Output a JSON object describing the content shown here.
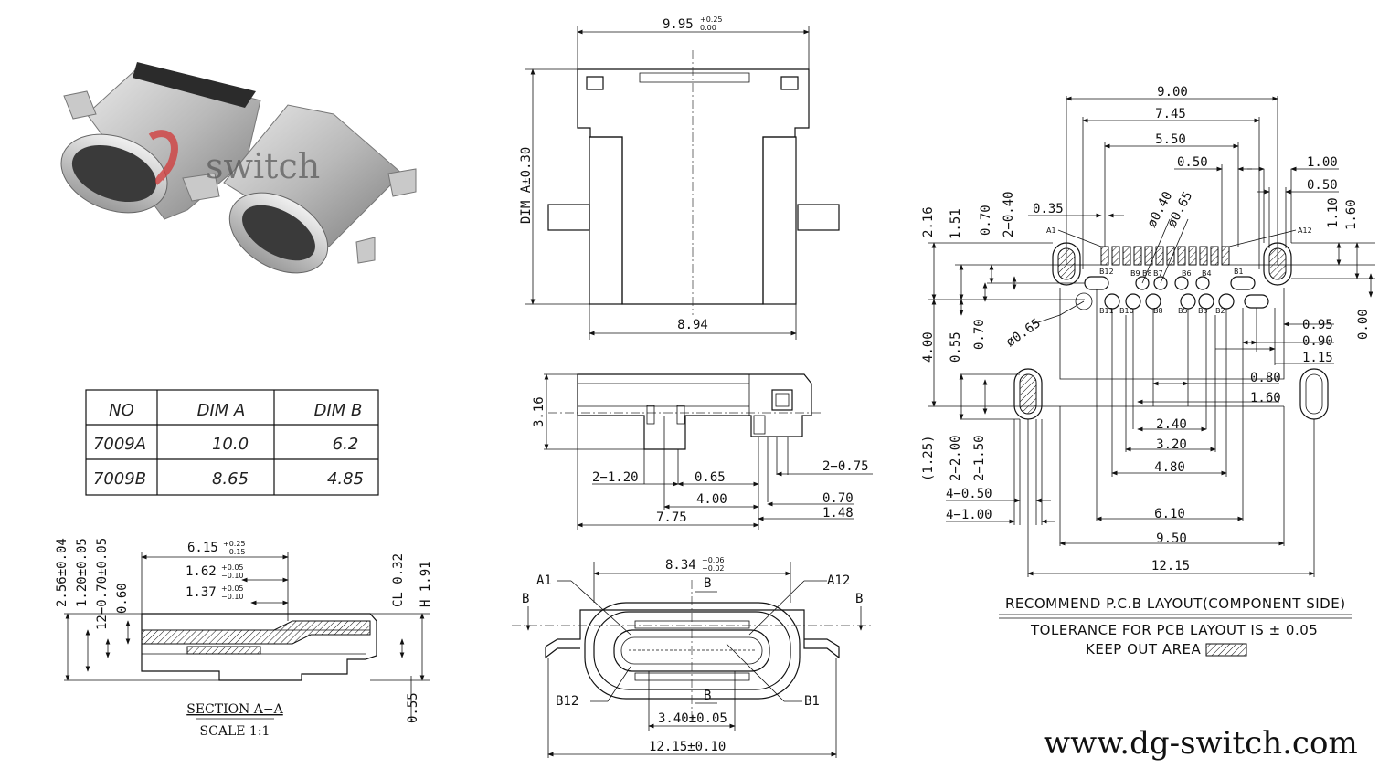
{
  "photo": {
    "watermark": "switch"
  },
  "table": {
    "headers": [
      "NO",
      "DIM A",
      "DIM B"
    ],
    "rows": [
      [
        "7009A",
        "10.0",
        "6.2"
      ],
      [
        "7009B",
        "8.65",
        "4.85"
      ]
    ]
  },
  "top_view": {
    "width_label": "9.95",
    "width_tol_plus": "+0.25",
    "width_tol_minus": "0.00",
    "dim_a": "DIM A±0.30",
    "bottom_width": "8.94"
  },
  "side_view": {
    "height": "3.16",
    "d1": "2−1.20",
    "d2": "0.65",
    "d3": "2−0.75",
    "d4": "4.00",
    "d5": "0.70",
    "d6": "7.75",
    "d7": "1.48"
  },
  "front_view": {
    "width_label": "8.34",
    "width_tol_plus": "+0.06",
    "width_tol_minus": "−0.02",
    "a1": "A1",
    "a12": "A12",
    "b12": "B12",
    "b1": "B1",
    "b_mark": "B",
    "tongue": "3.40±0.05",
    "overall": "12.15±0.10"
  },
  "section": {
    "d_616": "6.15",
    "d_616_plus": "+0.25",
    "d_616_minus": "−0.15",
    "d_162": "1.62",
    "d_162_plus": "+0.05",
    "d_162_minus": "−0.10",
    "d_137": "1.37",
    "d_137_plus": "+0.05",
    "d_137_minus": "−0.10",
    "v1": "2.56±0.04",
    "v2": "1.20±0.05",
    "v3": "12−0.70±0.05",
    "v4": "0.60",
    "cl": "CL 0.32",
    "h": "H 1.91",
    "v5": "0.55",
    "title": "SECTION A−A",
    "scale": "SCALE 1:1"
  },
  "pcb": {
    "top_dims": [
      "9.00",
      "7.45",
      "5.50",
      "0.50",
      "1.00",
      "0.50"
    ],
    "d_035": "0.35",
    "d_040": "ø0.40",
    "d_065": "ø0.65",
    "d_065b": "ø0.65",
    "left_v": [
      "2.16",
      "1.51",
      "0.70",
      "2−0.40"
    ],
    "left_v2": [
      "4.00",
      "0.55",
      "0.70"
    ],
    "left_v3": [
      "(1.25)",
      "2−2.00",
      "2−1.50"
    ],
    "right_v": [
      "1.10",
      "1.60",
      "0.00"
    ],
    "right_h": [
      "0.95",
      "0.90",
      "1.15",
      "0.80",
      "1.60"
    ],
    "bottom_dims": [
      "2.40",
      "3.20",
      "4.80",
      "6.10",
      "9.50",
      "12.15"
    ],
    "slot_dims": [
      "4−0.50",
      "4−1.00"
    ],
    "pin_labels_top": [
      "A1",
      "A12"
    ],
    "pin_labels_b": [
      "B12",
      "B9",
      "B8",
      "B7",
      "B6",
      "B4",
      "B1",
      "B11",
      "B10",
      "B8",
      "B5",
      "B3",
      "B2"
    ],
    "recommend": "RECOMMEND P.C.B LAYOUT(COMPONENT SIDE)",
    "tolerance": "TOLERANCE FOR PCB LAYOUT IS ± 0.05",
    "keepout": "KEEP OUT AREA"
  },
  "website": "www.dg-switch.com"
}
